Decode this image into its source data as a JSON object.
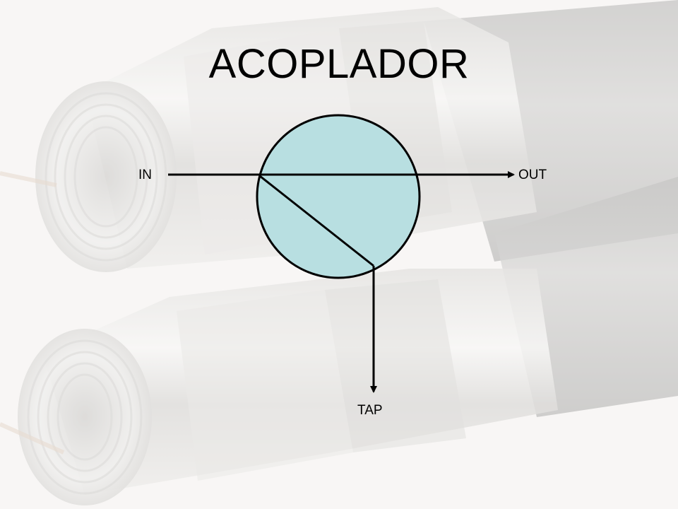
{
  "slide": {
    "title": "ACOPLADOR"
  },
  "diagram": {
    "ports": {
      "in": "IN",
      "out": "OUT",
      "tap": "TAP"
    },
    "colors": {
      "coupler_fill": "#b8dfe1",
      "stroke": "#000000"
    }
  },
  "background": {
    "image": "faded-coaxial-f-connectors-photo"
  }
}
